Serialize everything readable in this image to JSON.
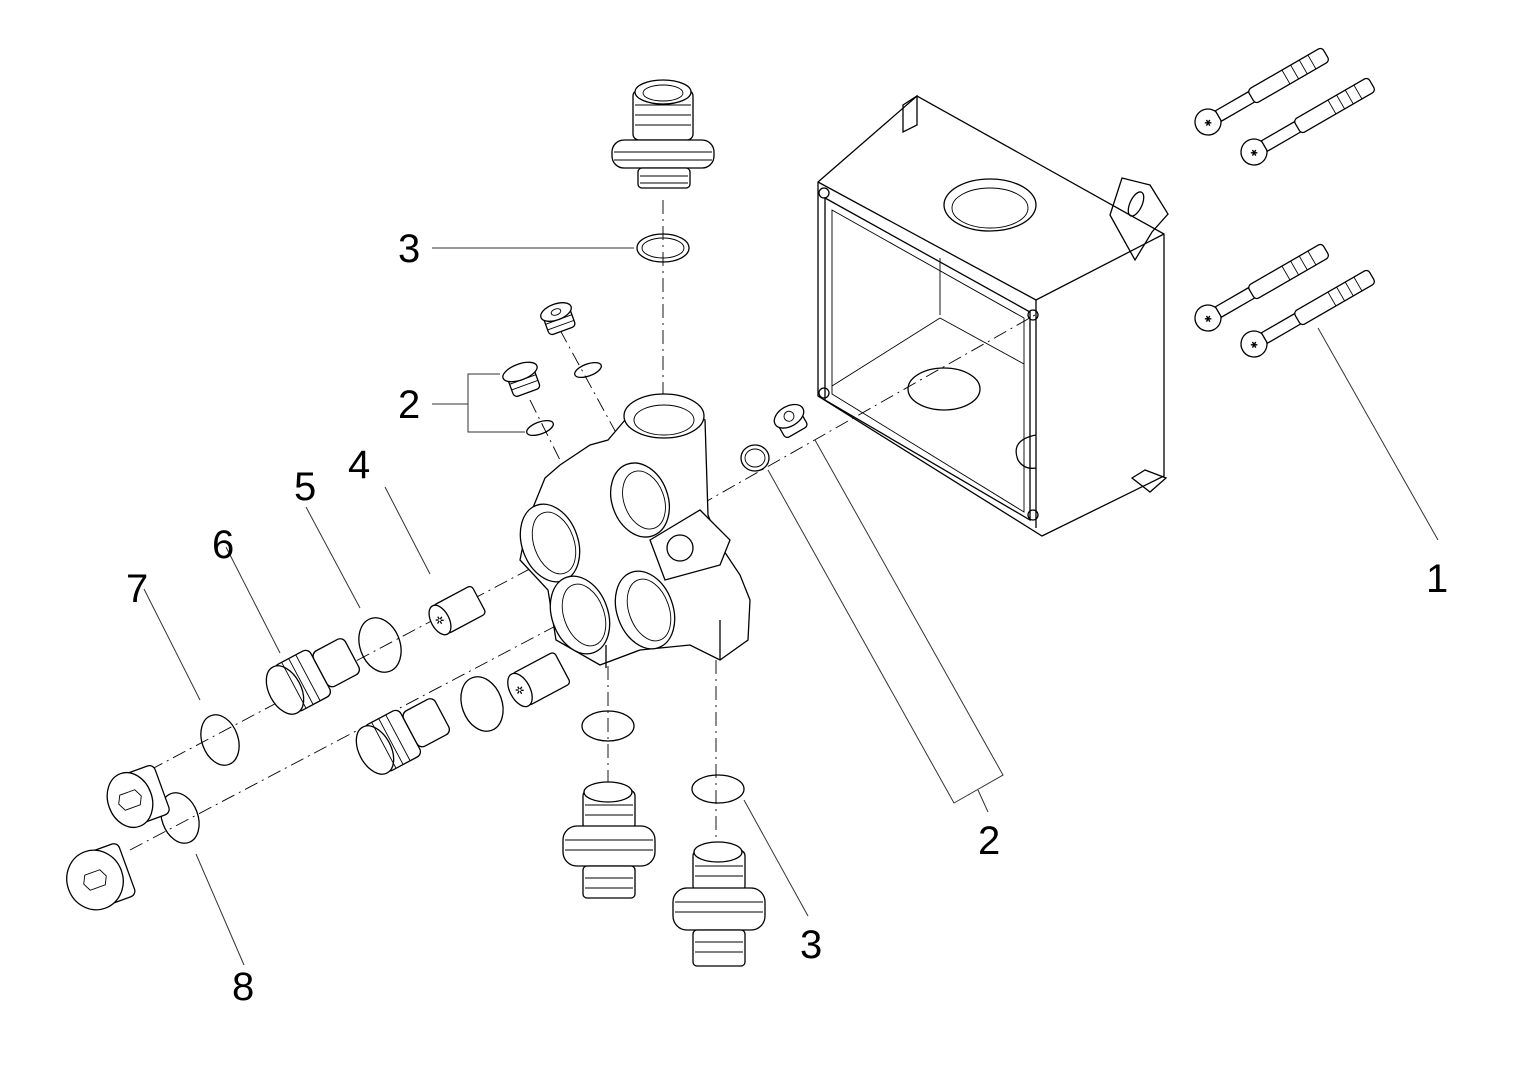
{
  "diagram": {
    "type": "exploded-parts-view",
    "subject": "concealed valve body with installation box, fittings, check valves and plugs",
    "callouts": [
      {
        "id": "callout-1",
        "label": "1",
        "part": "wall plugs with screws (x4)"
      },
      {
        "id": "callout-2-top",
        "label": "2",
        "part": "plug with seal (upper, bracketed pair)"
      },
      {
        "id": "callout-2-bottom",
        "label": "2",
        "part": "plug with seal (side)"
      },
      {
        "id": "callout-3-top",
        "label": "3",
        "part": "o-ring (top fitting)"
      },
      {
        "id": "callout-3-bottom",
        "label": "3",
        "part": "o-ring (bottom fitting)"
      },
      {
        "id": "callout-4",
        "label": "4",
        "part": "check valve cartridge"
      },
      {
        "id": "callout-5",
        "label": "5",
        "part": "o-ring"
      },
      {
        "id": "callout-6",
        "label": "6",
        "part": "hex screw-in body"
      },
      {
        "id": "callout-7",
        "label": "7",
        "part": "o-ring"
      },
      {
        "id": "callout-8",
        "label": "8",
        "part": "o-ring"
      }
    ]
  }
}
